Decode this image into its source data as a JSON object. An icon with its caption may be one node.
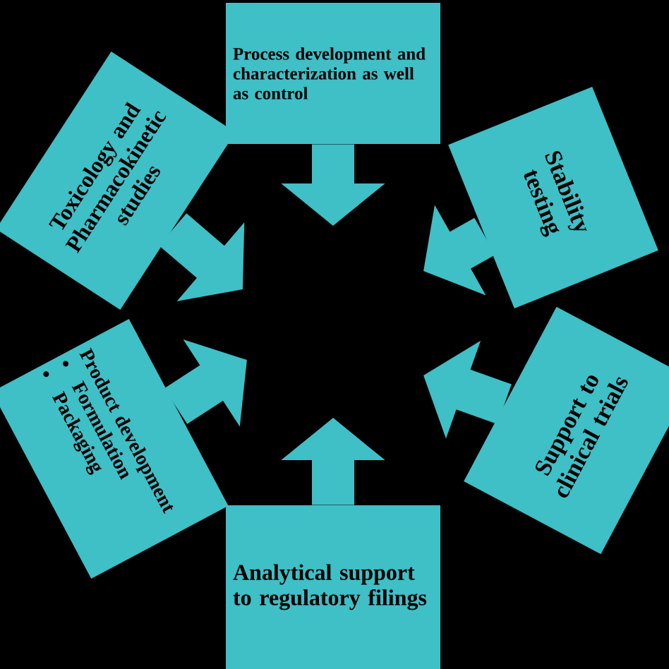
{
  "diagram": {
    "nodes": [
      {
        "text": [
          "Toxicology and Pharmacokinetic studies"
        ]
      },
      {
        "text": [
          "Process development and characterization as well as control"
        ]
      },
      {
        "text": [
          "Stability testing"
        ]
      },
      {
        "text": [
          "Product development",
          "Formulation",
          "Packaging"
        ]
      },
      {
        "text": [
          "Support to clinical trials"
        ]
      },
      {
        "text": [
          "Analytical support to regulatory filings"
        ]
      }
    ],
    "edges": [
      {
        "from": 0,
        "to": null,
        "arrow": "to"
      },
      {
        "from": 1,
        "to": null,
        "arrow": "to"
      },
      {
        "from": 2,
        "to": null,
        "arrow": "to"
      },
      {
        "from": 3,
        "to": null,
        "arrow": "to"
      },
      {
        "from": 4,
        "to": null,
        "arrow": "to"
      },
      {
        "from": 5,
        "to": null,
        "arrow": "to"
      }
    ]
  }
}
